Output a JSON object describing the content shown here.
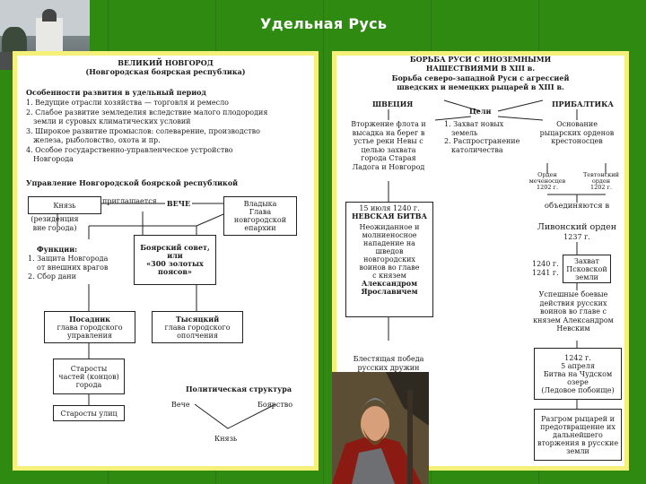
{
  "title": "Удельная Русь",
  "left": {
    "header1": "ВЕЛИКИЙ НОВГОРОД",
    "header2": "(Новгородская боярская республика)",
    "features_title": "Особенности развития в удельный период",
    "features": [
      "1. Ведущие отрасли хозяйства — торговля и ремесло",
      "2. Слабое развитие земледелия вследствие малого плодородия",
      "земли и суровых климатических условий",
      "3. Широкое развитие промыслов: солеварение, производство",
      "железа, рыболовство, охота и пр.",
      "4. Особое государственно-управленческое устройство",
      "Новгорода"
    ],
    "govt_title": "Управление Новгородской боярской республикой",
    "knyaz": "Князь",
    "priglashaetsya": "приглашается",
    "veche": "ВЕЧЕ",
    "vladyka": [
      "Владыка",
      "Глава",
      "новгородской",
      "епархии"
    ],
    "residence": [
      "(резиденция",
      "вне города)"
    ],
    "boyar_council": [
      "Боярский совет,",
      "или",
      "«300 золотых",
      "поясов»"
    ],
    "functions_title": "Функции:",
    "functions": [
      "1. Защита Новгорода",
      "от внешних врагов",
      "2. Сбор дани"
    ],
    "posadnik": [
      "Посадник",
      "глава городского",
      "управления"
    ],
    "tysyatsky": [
      "Тысяцкий",
      "глава городского",
      "ополчения"
    ],
    "starosty_kontsy": [
      "Старосты",
      "частей (концов)",
      "города"
    ],
    "starosty_ulits": "Старосты улиц",
    "polit_title": "Политическая структура",
    "tri_veche": "Вече",
    "tri_boyar": "Боярство",
    "tri_knyaz": "Князь"
  },
  "right": {
    "header1": "БОРЬБА РУСИ С ИНОЗЕМНЫМИ",
    "header2": "НАШЕСТВИЯМИ В XIII в.",
    "header3": "Борьба северо-западной Руси с агрессией",
    "header4": "шведских и немецких рыцарей в XIII в.",
    "shvetsiya": "ШВЕЦИЯ",
    "tseli": "Цели",
    "pribaltika": "ПРИБАЛТИКА",
    "invasion": [
      "Вторжение флота и",
      "высадка на берег в",
      "устье реки Невы с",
      "целью захвата",
      "города Старая",
      "Ладога и Новгород"
    ],
    "goals": [
      "1. Захват новых",
      "земель",
      "2. Распространение",
      "католичества"
    ],
    "orders": [
      "Основание",
      "рыцарских орденов",
      "крестоносцев"
    ],
    "sword": [
      "Орден",
      "меченосцев",
      "1202 г."
    ],
    "teutonic": [
      "Тевтонский",
      "орден",
      "1202 г."
    ],
    "nevsky_battle": [
      "15 июля 1240 г.",
      "НЕВСКАЯ БИТВА"
    ],
    "nevsky_desc": [
      "Неожиданное и",
      "молниеносное",
      "нападение на",
      "шведов",
      "новгородских",
      "воинов во главе",
      "с князем"
    ],
    "alexander": [
      "Александром",
      "Ярославичем"
    ],
    "victory": [
      "Блестящая победа",
      "русских дружин"
    ],
    "united": "объединяются в",
    "livonian": "Ливонский орден",
    "livonian_year": "1237 г.",
    "years": [
      "1240 г.",
      "1241 г."
    ],
    "pskov": [
      "Захват",
      "Псковской",
      "земли"
    ],
    "success": [
      "Успешные боевые",
      "действия русских",
      "воинов во главе с",
      "князем Александром",
      "Невским"
    ],
    "chudskoe": [
      "1242 г.",
      "5 апреля",
      "Битва на Чудском",
      "озере",
      "(Ледовое побоище)"
    ],
    "rout": [
      "Разгром рыцарей и",
      "предотвращение их",
      "дальнейшего",
      "вторжения в русские",
      "земли"
    ]
  },
  "colors": {
    "background": "#2f8a12",
    "panel_border": "#f4f07a",
    "title": "#ffffff"
  }
}
